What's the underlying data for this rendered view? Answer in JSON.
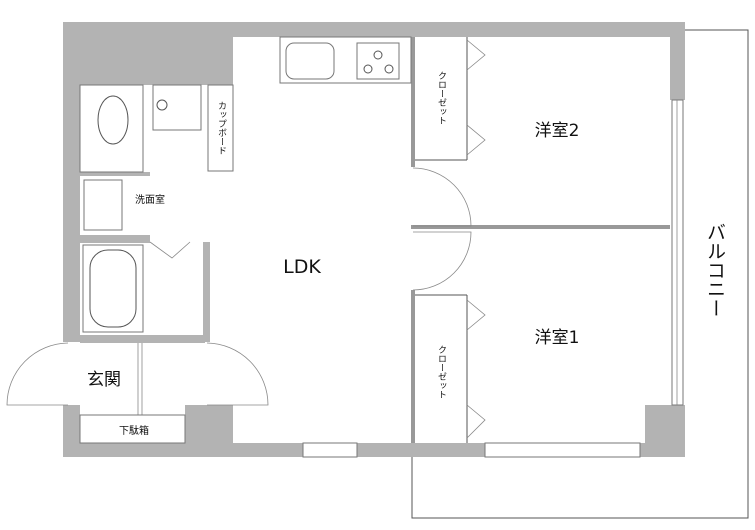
{
  "rooms": {
    "ldk": "LDK",
    "western_room_2": "洋室2",
    "western_room_1": "洋室1",
    "closet_upper": "クローゼット",
    "closet_lower": "クローゼット",
    "cupboard": "カップボード",
    "washroom": "洗面室",
    "entrance": "玄関",
    "shoe_cabinet": "下駄箱",
    "balcony": "バルコニー"
  },
  "colors": {
    "wall": "#b3b3b3",
    "line": "#555555"
  }
}
